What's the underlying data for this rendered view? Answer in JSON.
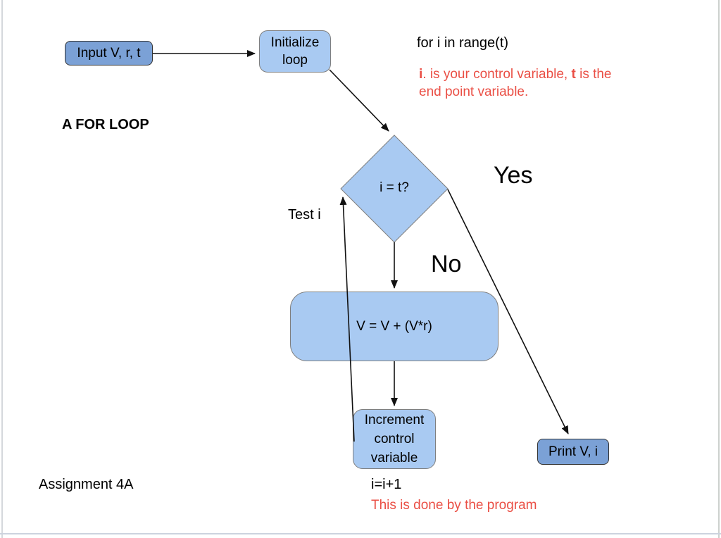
{
  "page": {
    "background": "#ffffff",
    "type_hint": "flowchart"
  },
  "colors": {
    "node_dark_blue": "#7ba1d6",
    "node_light_blue": "#a9caf2",
    "node_dark_border": "#333333",
    "node_light_border": "#7f7f7f",
    "connector": "#111111",
    "note_red": "#ea4f45",
    "text": "#000000"
  },
  "nodes": {
    "input": {
      "label": "Input V, r, t"
    },
    "initialize": {
      "label": "Initialize loop"
    },
    "decision": {
      "label": "i = t?"
    },
    "compute": {
      "label": "V = V + (V*r)"
    },
    "increment": {
      "label": "Increment control variable"
    },
    "print": {
      "label": "Print V, i"
    }
  },
  "labels": {
    "title": "A FOR LOOP",
    "assignment": "Assignment 4A",
    "for_code": "for i in range(t)",
    "yes": "Yes",
    "no": "No",
    "test": "Test i",
    "increment_code": "i=i+1",
    "program_note": "This is done by the program",
    "note": {
      "bold_i": "i",
      "mid": ". is your control variable, ",
      "bold_t": "t",
      "end": " is the end point variable."
    }
  }
}
